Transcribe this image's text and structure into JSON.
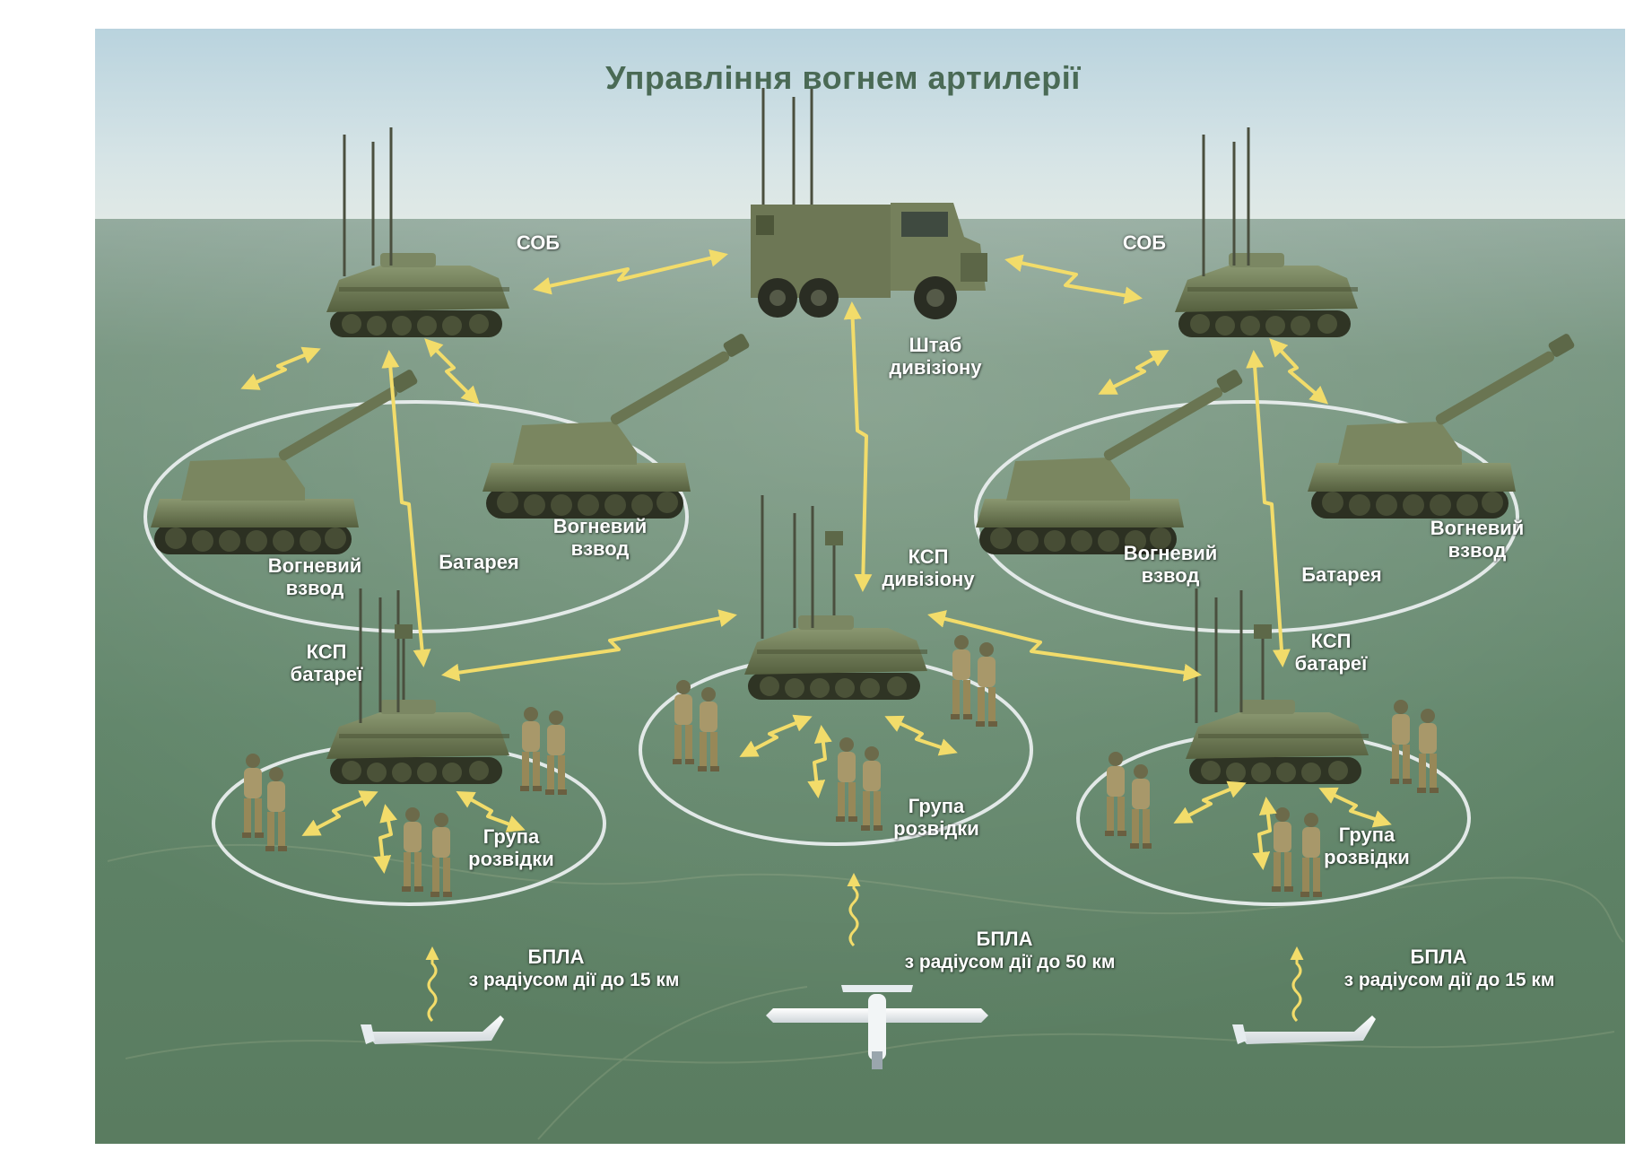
{
  "title": "Управління вогнем артилерії",
  "colors": {
    "sky_top": "#c9dbe3",
    "terrain": "#5f8466",
    "title_text": "#4a6a55",
    "link_arrow": "#f2dc6a",
    "ring": "#e9eeee",
    "vehicle_green": "#6e7a58",
    "label_text": "#ffffff"
  },
  "nodes": {
    "hq": "Штаб\nдивізіону",
    "sob_left": "СОБ",
    "sob_right": "СОБ",
    "ksp_div": "КСП\nдивізіону",
    "ksp_bat_left": "КСП\nбатареї",
    "ksp_bat_right": "КСП\nбатареї",
    "fire_platoon_l1": "Вогневий\nвзвод",
    "fire_platoon_l2": "Вогневий\nвзвод",
    "fire_platoon_r1": "Вогневий\nвзвод",
    "fire_platoon_r2": "Вогневий\nвзвод",
    "battery_left": "Батарея",
    "battery_right": "Батарея",
    "recon_left": "Група\nрозвідки",
    "recon_center": "Група\nрозвідки",
    "recon_right": "Група\nрозвідки",
    "uav_left": "БПЛА",
    "uav_left_range": "з радіусом дії до 15 км",
    "uav_center": "БПЛА",
    "uav_center_range": "з радіусом дії до 50 км",
    "uav_right": "БПЛА",
    "uav_right_range": "з радіусом дії до 15 км"
  }
}
